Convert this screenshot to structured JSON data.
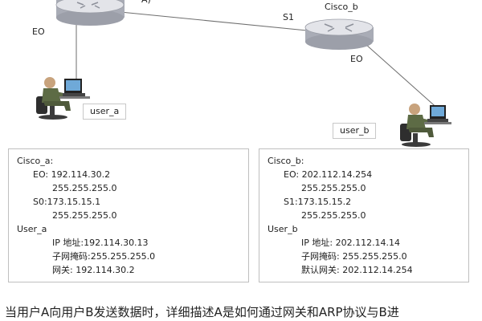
{
  "routers": {
    "a_label_fragment": "A)",
    "b_label": "Cisco_b"
  },
  "links": {
    "a_e0": "EO",
    "b_s1": "S1",
    "b_e0": "EO"
  },
  "users": {
    "a_label": "user_a",
    "b_label": "user_b"
  },
  "config_a": {
    "title": "Cisco_a:",
    "e0": "EO: 192.114.30.2",
    "e0_mask": "255.255.255.0",
    "s0": "S0:173.15.15.1",
    "s0_mask": "255.255.255.0",
    "user": "User_a",
    "ip": "IP 地址:192.114.30.13",
    "mask": "子网掩码:255.255.255.0",
    "gateway": "网关: 192.114.30.2"
  },
  "config_b": {
    "title": "Cisco_b:",
    "e0": "EO: 202.112.14.254",
    "e0_mask": "255.255.255.0",
    "s1": "S1:173.15.15.2",
    "s1_mask": "255.255.255.0",
    "user": "User_b",
    "ip": "IP 地址: 202.112.14.14",
    "mask": "子网掩码: 255.255.255.0",
    "gateway": "默认网关: 202.112.14.254"
  },
  "question": "当用户A向用户B发送数据时，详细描述A是如何通过网关和ARP协议与B进",
  "colors": {
    "router_body": "#a9acb6",
    "router_top": "#e3e4e9",
    "link": "#6e6e6e",
    "person_body": "#5d6b45",
    "monitor_screen": "#6fa9d8"
  }
}
